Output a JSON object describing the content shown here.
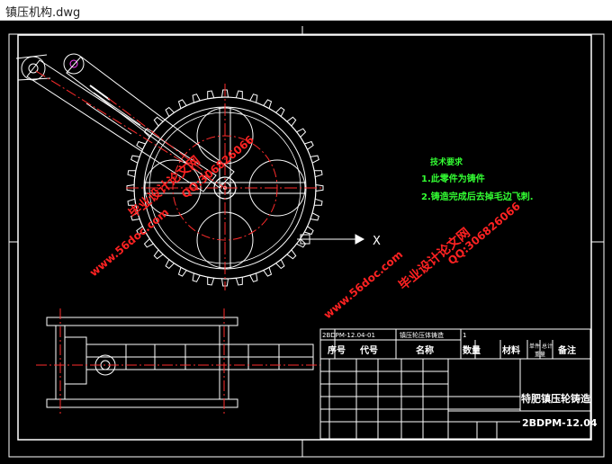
{
  "window": {
    "title": "镇压机构.dwg"
  },
  "drawing": {
    "bg_color": "#000000",
    "axis_label": "X",
    "tech_requirements": {
      "heading": "技术要求",
      "line1": "1.此零件为铸件",
      "line2": "2.铸造完成后去掉毛边飞刺."
    },
    "watermarks": {
      "site_url": "www.56doc.com",
      "qq": "QQ:306826066",
      "brand": "毕业设计论文网"
    },
    "title_block": {
      "bom_row_code": "2BDPM-12.04-01",
      "bom_row_name": "镇压轮压体铸造",
      "bom_row_qty": "1",
      "header_seq": "序号",
      "header_code": "代号",
      "header_name": "名称",
      "header_qty": "数量",
      "header_material": "材料",
      "header_weight_single": "单件",
      "header_weight_total": "总计",
      "header_weight": "重量",
      "header_remark": "备注",
      "product_name": "特肥镇压轮铸造",
      "drawing_number": "2BDPM-12.04"
    }
  }
}
